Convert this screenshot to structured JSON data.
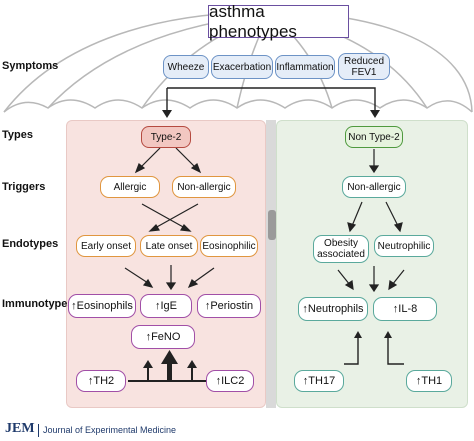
{
  "title": "asthma phenotypes",
  "row_labels": {
    "symptoms": "Symptoms",
    "types": "Types",
    "triggers": "Triggers",
    "endotypes": "Endotypes",
    "immunotypes": "Immunotypes"
  },
  "symptoms": [
    "Wheeze",
    "Exacerbation",
    "Inflammation",
    "Reduced FEV1"
  ],
  "left": {
    "type": "Type-2",
    "triggers": [
      "Allergic",
      "Non-allergic"
    ],
    "endotypes": [
      "Early onset",
      "Late onset",
      "Eosinophilic"
    ],
    "immunotypes": [
      "↑Eosinophils",
      "↑IgE",
      "↑Periostin"
    ],
    "feno": "↑FeNO",
    "cells": [
      "↑TH2",
      "↑ILC2"
    ]
  },
  "right": {
    "type": "Non Type-2",
    "trigger": "Non-allergic",
    "endotypes": [
      "Obesity associated",
      "Neutrophilic"
    ],
    "immunotypes": [
      "↑Neutrophils",
      "↑IL-8"
    ],
    "cells": [
      "↑TH17",
      "↑TH1"
    ]
  },
  "footer": {
    "logo": "JEM",
    "journal": "Journal of Experimental Medicine"
  },
  "colors": {
    "type2_fill": "#f2c7c1",
    "nontype2_fill": "#e6f3de",
    "trigger_border": "#e0963f",
    "immuno_border": "#a14fa7",
    "right_border": "#5aa99c",
    "symptom_border": "#6d93c6"
  }
}
